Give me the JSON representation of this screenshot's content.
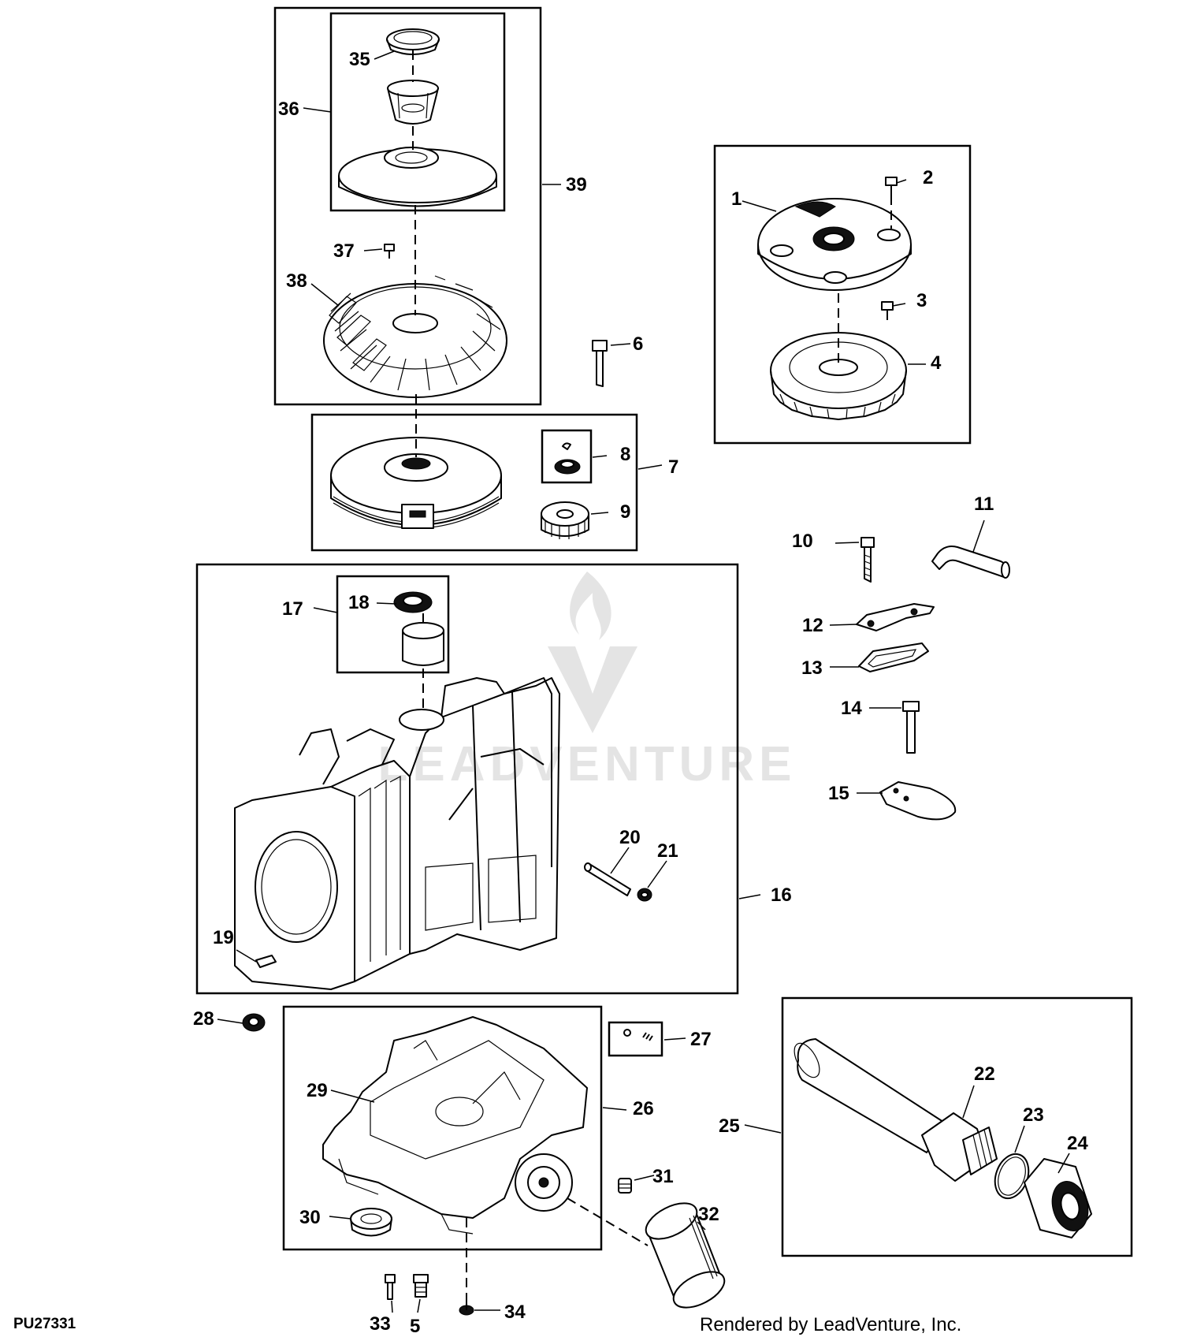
{
  "figure_id": "PU27331",
  "credit": "Rendered by LeadVenture, Inc.",
  "watermark_text": "LEADVENTURE",
  "callouts": [
    "1",
    "2",
    "3",
    "4",
    "5",
    "6",
    "7",
    "8",
    "9",
    "10",
    "11",
    "12",
    "13",
    "14",
    "15",
    "16",
    "17",
    "18",
    "19",
    "20",
    "21",
    "22",
    "23",
    "24",
    "25",
    "26",
    "27",
    "28",
    "29",
    "30",
    "31",
    "32",
    "33",
    "34",
    "35",
    "36",
    "37",
    "38",
    "39"
  ],
  "colors": {
    "line": "#000000",
    "background": "#ffffff",
    "watermark": "#e4e4e4"
  }
}
